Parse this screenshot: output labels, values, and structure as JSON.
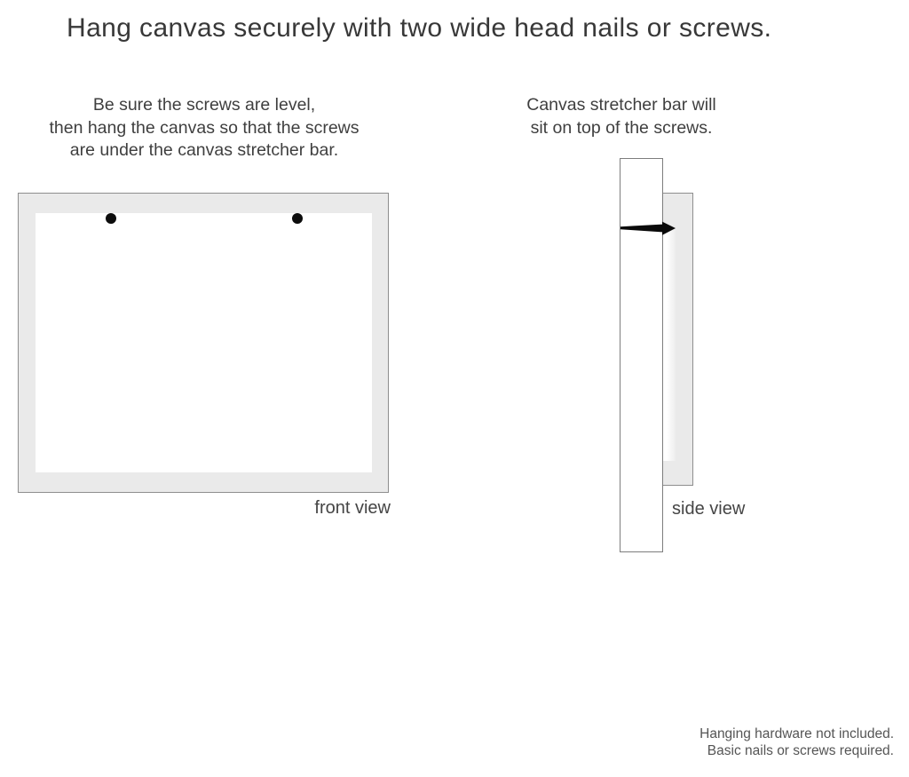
{
  "title": "Hang canvas securely with two wide head nails or screws.",
  "front_section": {
    "instruction_lines": [
      "Be sure the screws are level,",
      "then hang the canvas so that the screws",
      "are under the canvas stretcher bar."
    ],
    "label": "front view"
  },
  "side_section": {
    "instruction_lines": [
      "Canvas stretcher bar will",
      "sit on top of the screws."
    ],
    "label": "side view"
  },
  "footnote_lines": [
    "Hanging hardware not included.",
    "Basic nails or screws required."
  ],
  "colors": {
    "canvas_fill": "#eaeaea",
    "canvas_border": "#8e8e8e",
    "wall_bar_border": "#7d7d7d",
    "screw_dot": "#0c0c0c",
    "nail": "#0a0a0a",
    "title_text": "#383838",
    "body_text": "#3f3f3f",
    "footnote_text": "#555555"
  }
}
